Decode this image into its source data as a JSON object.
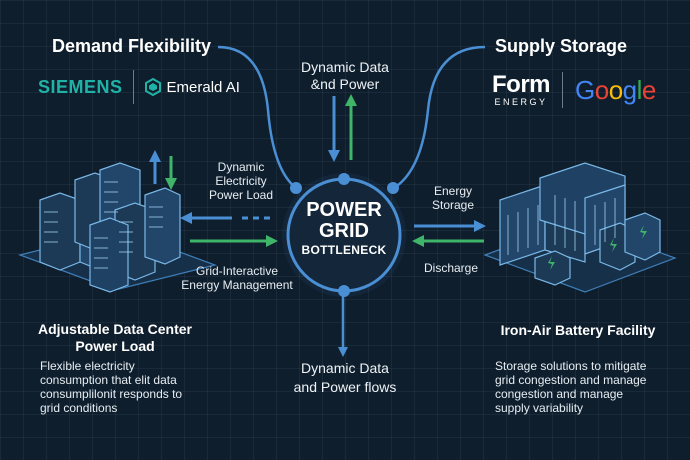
{
  "demand": {
    "heading": "Demand Flexibility",
    "logos": {
      "siemens": "SIEMENS",
      "emerald": "Emerald AI"
    }
  },
  "supply": {
    "heading": "Supply Storage",
    "logos": {
      "form": "Form",
      "form_sub": "ENERGY",
      "google": [
        "G",
        "o",
        "o",
        "g",
        "l",
        "e"
      ]
    }
  },
  "flows": {
    "top_line1": "Dynamic Data",
    "top_line2": "&nd Power",
    "dyn_load_line1": "Dynamic",
    "dyn_load_line2": "Electricity",
    "dyn_load_line3": "Power Load",
    "grid_line1": "Grid-Interactive",
    "grid_line2": "Energy Management",
    "energy_storage_line1": "Energy",
    "energy_storage_line2": "Storage",
    "discharge": "Discharge",
    "bottom_line1": "Dynamic Data",
    "bottom_line2": "and Power flows"
  },
  "hub": {
    "line1": "POWER",
    "line2": "GRID",
    "line3": "BOTTLENECK"
  },
  "left_panel": {
    "title_line1": "Adjustable Data Center",
    "title_line2": "Power Load",
    "desc_line1": "Flexible electricity",
    "desc_line2": "consumption that elit data",
    "desc_line3": "consumplilonit responds to",
    "desc_line4": "grid conditions"
  },
  "right_panel": {
    "title": "Iron-Air Battery Facility",
    "desc_line1": "Storage solutions to mitigate",
    "desc_line2": "grid congestion and manage",
    "desc_line3": "congestion and manage",
    "desc_line4": "supply variability"
  },
  "colors": {
    "background": "#0f1e2c",
    "wire_blue": "#4a8fd4",
    "arrow_green": "#3fb56a",
    "siemens_teal": "#1fb3a8",
    "google": [
      "#4285F4",
      "#EA4335",
      "#FBBC05",
      "#4285F4",
      "#34A853",
      "#EA4335"
    ]
  }
}
